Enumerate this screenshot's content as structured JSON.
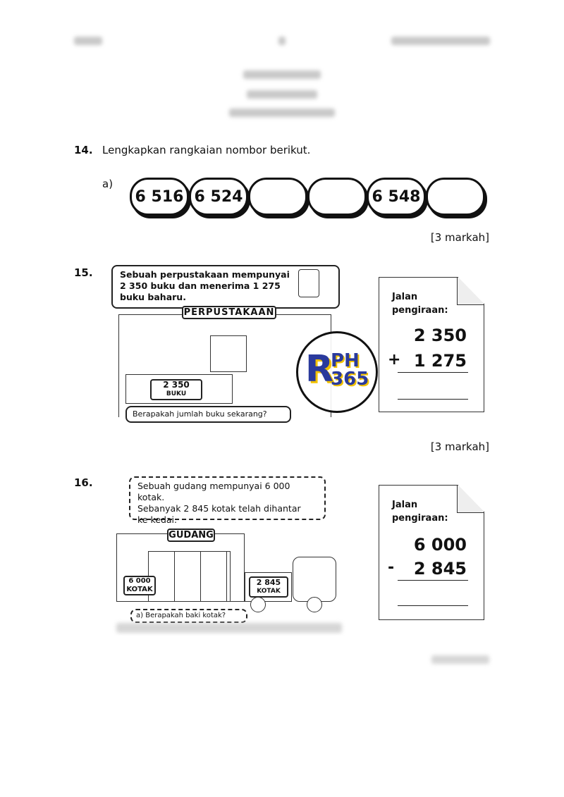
{
  "q14": {
    "number": "14.",
    "text": "Lengkapkan rangkaian nombor berikut.",
    "part": "a)",
    "sequence": [
      "6 516",
      "6 524",
      "",
      "",
      "6 548",
      ""
    ],
    "marks": "[3 markah]"
  },
  "q15": {
    "number": "15.",
    "bubble": [
      "Sebuah perpustakaan mempunyai",
      "2 350 buku dan menerima 1 275",
      "buku baharu."
    ],
    "sign": "PERPUSTAKAAN",
    "counter_number": "2 350",
    "counter_unit": "BUKU",
    "question": "Berapakah jumlah buku sekarang?",
    "watermark": "RPH 365",
    "working_label": [
      "Jalan",
      "pengiraan:"
    ],
    "top": "2 350",
    "operator": "+",
    "bottom": "1 275",
    "marks": "[3 markah]"
  },
  "q16": {
    "number": "16.",
    "bubble": [
      "Sebuah gudang mempunyai 6 000 kotak.",
      "Sebanyak 2 845 kotak telah dihantar",
      "ke kedai."
    ],
    "sign": "GUDANG",
    "left_number": "6 000",
    "left_unit": "KOTAK",
    "truck_number": "2 845",
    "truck_unit": "KOTAK",
    "question": "a) Berapakah baki kotak?",
    "working_label": [
      "Jalan",
      "pengiraan:"
    ],
    "top": "6 000",
    "operator": "-",
    "bottom": "2 845"
  }
}
